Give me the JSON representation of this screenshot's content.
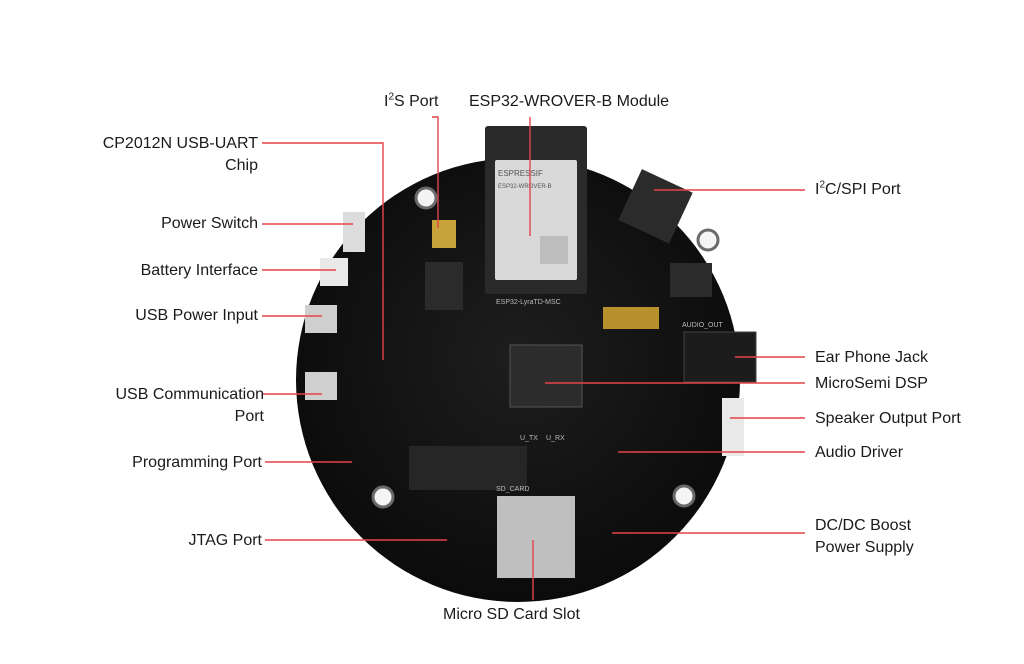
{
  "labels": {
    "i2s_port_prefix": "I",
    "i2s_port_sup": "2",
    "i2s_port_suffix": "S Port",
    "esp32_module": "ESP32-WROVER-B Module",
    "cp2012n_line1": "CP2012N USB-UART",
    "cp2012n_line2": "Chip",
    "power_switch": "Power Switch",
    "battery_interface": "Battery Interface",
    "usb_power_input": "USB Power Input",
    "usb_comm_line1": "USB Communication",
    "usb_comm_line2": "Port",
    "programming_port": "Programming Port",
    "jtag_port": "JTAG Port",
    "micro_sd": "Micro SD Card Slot",
    "i2c_spi_prefix": "I",
    "i2c_spi_sup": "2",
    "i2c_spi_suffix": "C/SPI Port",
    "ear_phone_jack": "Ear Phone Jack",
    "microsemi_dsp": "MicroSemi DSP",
    "speaker_output": "Speaker Output Port",
    "audio_driver": "Audio Driver",
    "dcdc_line1": "DC/DC Boost",
    "dcdc_line2": "Power Supply"
  },
  "board_silkscreen": {
    "brand": "ESPRESSIF",
    "module_model": "ESP32-WROVER-B",
    "board_name": "ESP32-LyraTD-MSC",
    "audio_out": "AUDIO_OUT",
    "uart_tx": "U_TX",
    "uart_rx": "U_RX",
    "sd_label": "SD_CARD"
  },
  "colors": {
    "leader_line": "#e4444a",
    "board": "#141414",
    "label_text": "#1a1a1a"
  }
}
